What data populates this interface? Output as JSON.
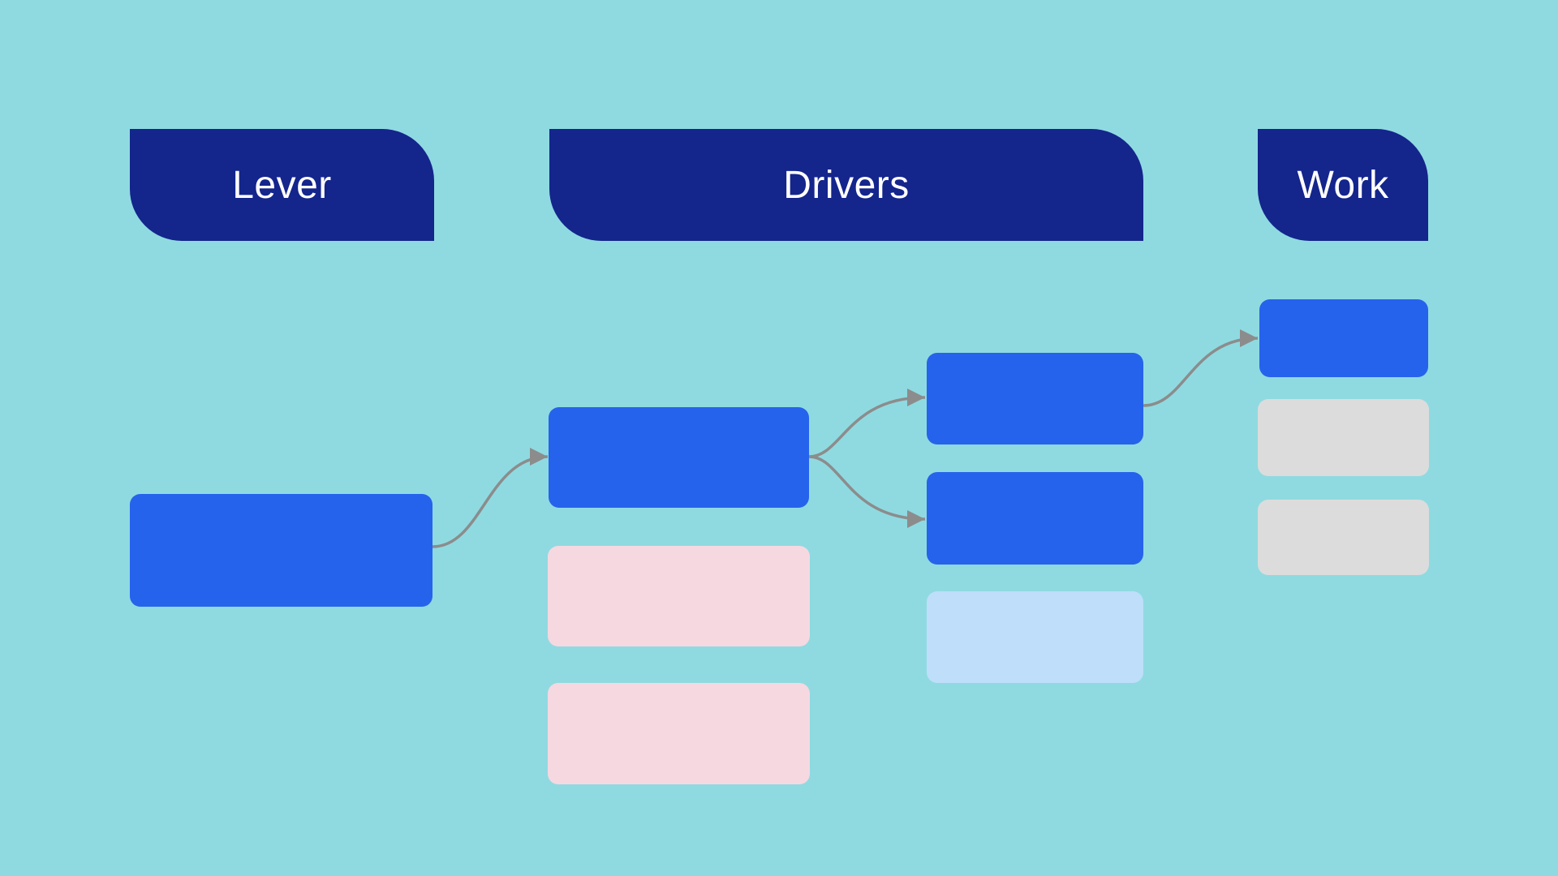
{
  "columns": [
    {
      "id": "lever",
      "label": "Lever"
    },
    {
      "id": "drivers",
      "label": "Drivers"
    },
    {
      "id": "work",
      "label": "Work"
    }
  ],
  "nodes": [
    {
      "id": "lever-main",
      "column": "lever",
      "color": "node_blue"
    },
    {
      "id": "driver-main",
      "column": "drivers",
      "color": "node_blue"
    },
    {
      "id": "driver-pink-1",
      "column": "drivers",
      "color": "node_pink"
    },
    {
      "id": "driver-pink-2",
      "column": "drivers",
      "color": "node_pink"
    },
    {
      "id": "subdriver-1",
      "column": "drivers",
      "color": "node_blue"
    },
    {
      "id": "subdriver-2",
      "column": "drivers",
      "color": "node_blue"
    },
    {
      "id": "subdriver-lightblue",
      "column": "drivers",
      "color": "node_light_blue"
    },
    {
      "id": "work-main",
      "column": "work",
      "color": "node_blue"
    },
    {
      "id": "work-gray-1",
      "column": "work",
      "color": "node_gray"
    },
    {
      "id": "work-gray-2",
      "column": "work",
      "color": "node_gray"
    }
  ],
  "connectors": [
    {
      "id": "lever-to-driver",
      "from": "lever-main",
      "to": "driver-main"
    },
    {
      "id": "driver-to-subdriver-1",
      "from": "driver-main",
      "to": "subdriver-1"
    },
    {
      "id": "driver-to-subdriver-2",
      "from": "driver-main",
      "to": "subdriver-2"
    },
    {
      "id": "subdriver-1-to-work",
      "from": "subdriver-1",
      "to": "work-main"
    }
  ],
  "palette": {
    "background": "#8FDAE1",
    "header": "#14258C",
    "node_blue": "#2563EC",
    "node_light_blue": "#BEDEFA",
    "node_pink": "#F6D8E1",
    "node_gray": "#DCDCDC",
    "connector": "#8C8C8C",
    "header_text": "#FFFFFF"
  }
}
